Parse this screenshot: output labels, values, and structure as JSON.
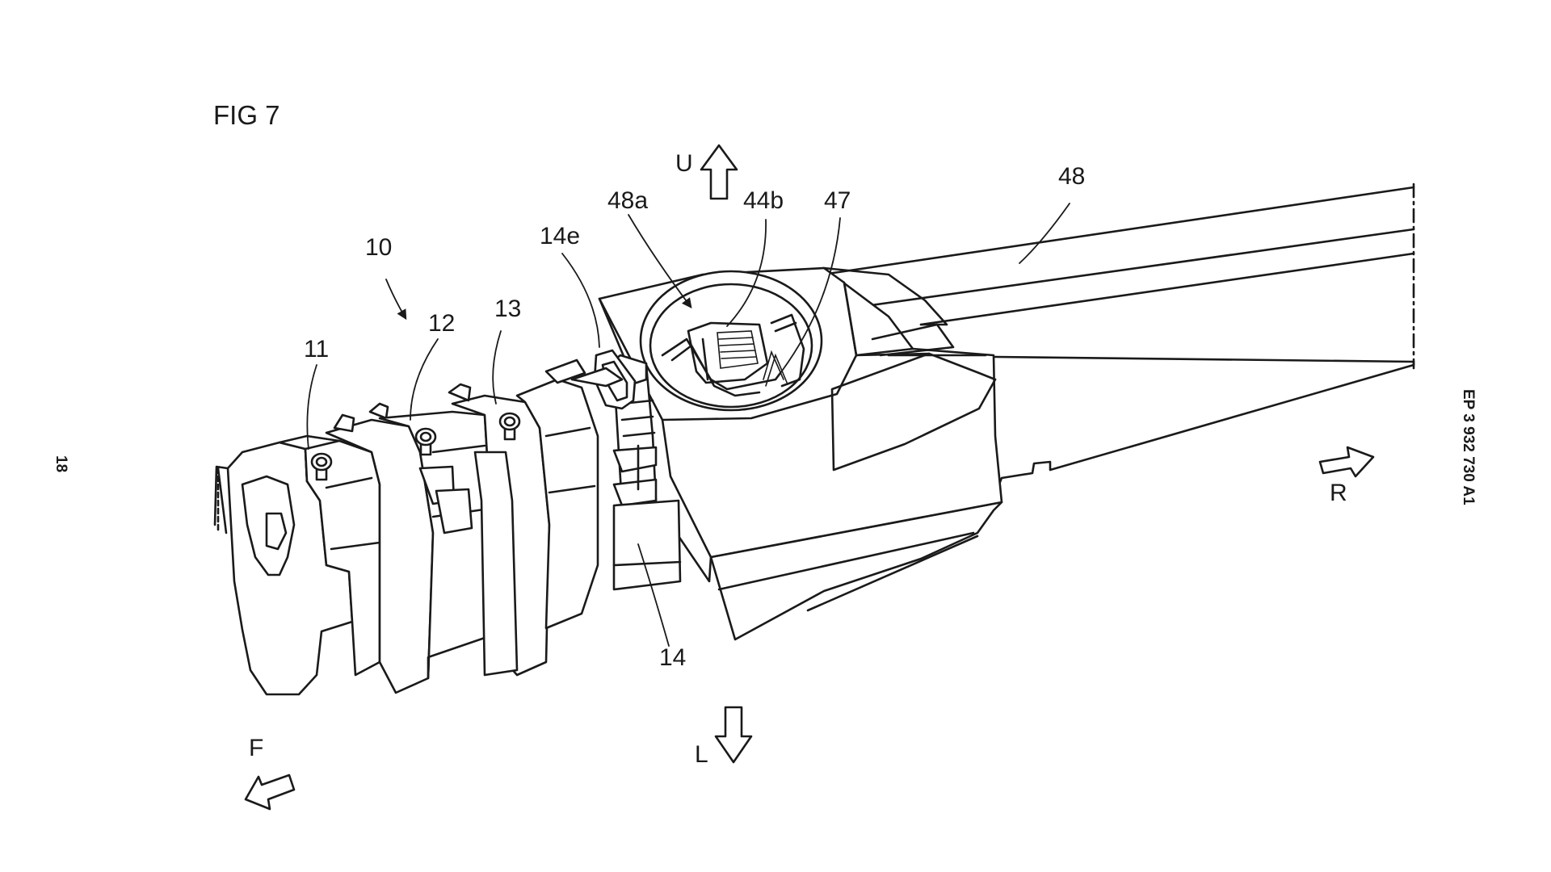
{
  "figure_title": "FIG 7",
  "page_number": "18",
  "publication_number": "EP 3 932 730 A1",
  "reference_numerals": {
    "r10": "10",
    "r11": "11",
    "r12": "12",
    "r13": "13",
    "r14": "14",
    "r14e": "14e",
    "r48a": "48a",
    "r44b": "44b",
    "r47": "47",
    "r48": "48"
  },
  "direction_arrows": {
    "up": "U",
    "down": "L",
    "front": "F",
    "rear": "R"
  }
}
